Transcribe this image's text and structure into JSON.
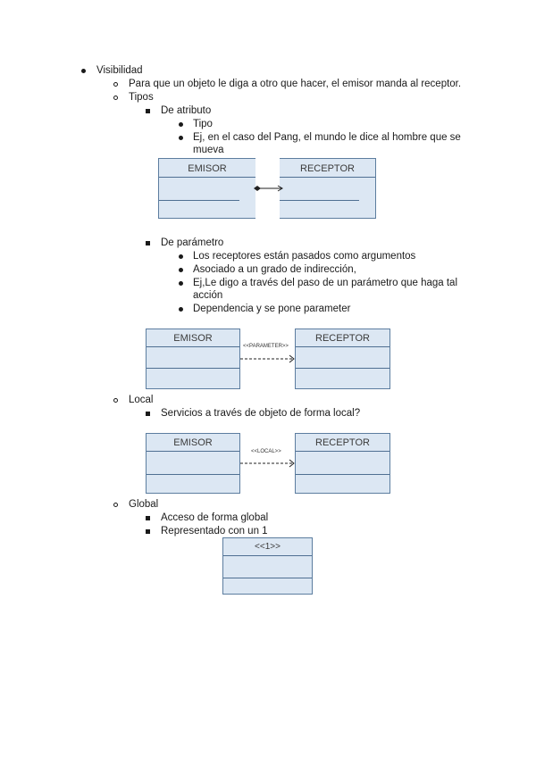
{
  "lines": {
    "visibilidad": "Visibilidad",
    "para_que": "Para que un objeto le diga a otro que hacer, el emisor manda al receptor.",
    "tipos": "Tipos",
    "de_atributo": "De atributo",
    "tipo": "Tipo",
    "ej_pang_1": "Ej, en el caso del Pang, el mundo le dice al hombre que se",
    "ej_pang_2": "mueva",
    "de_parametro": "De parámetro",
    "receptores_pasados": "Los receptores están pasados como argumentos",
    "asociado": "Asociado a un grado de indirección,",
    "ej_le_digo_1": "Ej,Le digo a través del paso de un parámetro que haga tal",
    "ej_le_digo_2": "acción",
    "dependencia": "Dependencia y se pone parameter",
    "local": "Local",
    "servicios_local": "Servicios a través de objeto de forma local?",
    "global": "Global",
    "acceso_global": "Acceso de forma global",
    "representado": "Representado con un 1"
  },
  "diagrams": {
    "atributo": {
      "left": "EMISOR",
      "right": "RECEPTOR"
    },
    "parametro": {
      "left": "EMISOR",
      "right": "RECEPTOR",
      "stereotype": "<<PARAMETER>>"
    },
    "local": {
      "left": "EMISOR",
      "right": "RECEPTOR",
      "stereotype": "<<LOCAL>>"
    },
    "global": {
      "label": "<<1>>"
    }
  }
}
